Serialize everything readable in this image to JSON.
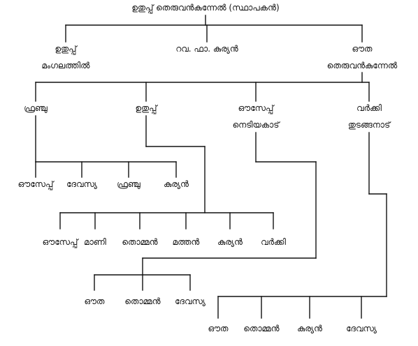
{
  "colors": {
    "line": "#111111",
    "text": "#111111",
    "background": "#ffffff"
  },
  "tree": {
    "root": {
      "label": "ഉതുപ്പ് തെരുവൻകുന്നേൽ (സ്ഥാപകൻ)"
    },
    "gen1": [
      {
        "line1": "ഉതുപ്പ്",
        "line2": "മംഗലത്തിൽ"
      },
      {
        "line1": "റവ. ഫാ. കുര്യൻ",
        "line2": ""
      },
      {
        "line1": "ഔത",
        "line2": "തെരുവൻകുന്നേൽ"
      }
    ],
    "gen2": [
      {
        "line1": "ഫ്രഞ്ചു",
        "line2": ""
      },
      {
        "line1": "ഉതുപ്പ്",
        "line2": ""
      },
      {
        "line1": "ഔസേപ്പ്",
        "line2": "നെടിയകാട്"
      },
      {
        "line1": "വർക്കി",
        "line2": "തുടങ്ങനാട്"
      }
    ],
    "gen3_francis": [
      "ഔസേപ്പ്",
      "ദേവസ്യ",
      "ഫ്രഞ്ചു",
      "കുര്യൻ"
    ],
    "gen3_uthup": [
      "ഔസേപ്പ്",
      "മാണി",
      "തൊമ്മൻ",
      "മത്തൻ",
      "കുര്യൻ",
      "വർക്കി"
    ],
    "gen3_ouseph": [
      "ഔത",
      "തൊമ്മൻ",
      "ദേവസ്യ"
    ],
    "gen3_varkey": [
      "ഔത",
      "തൊമ്മൻ",
      "കുര്യൻ",
      "ദേവസ്യ"
    ]
  }
}
